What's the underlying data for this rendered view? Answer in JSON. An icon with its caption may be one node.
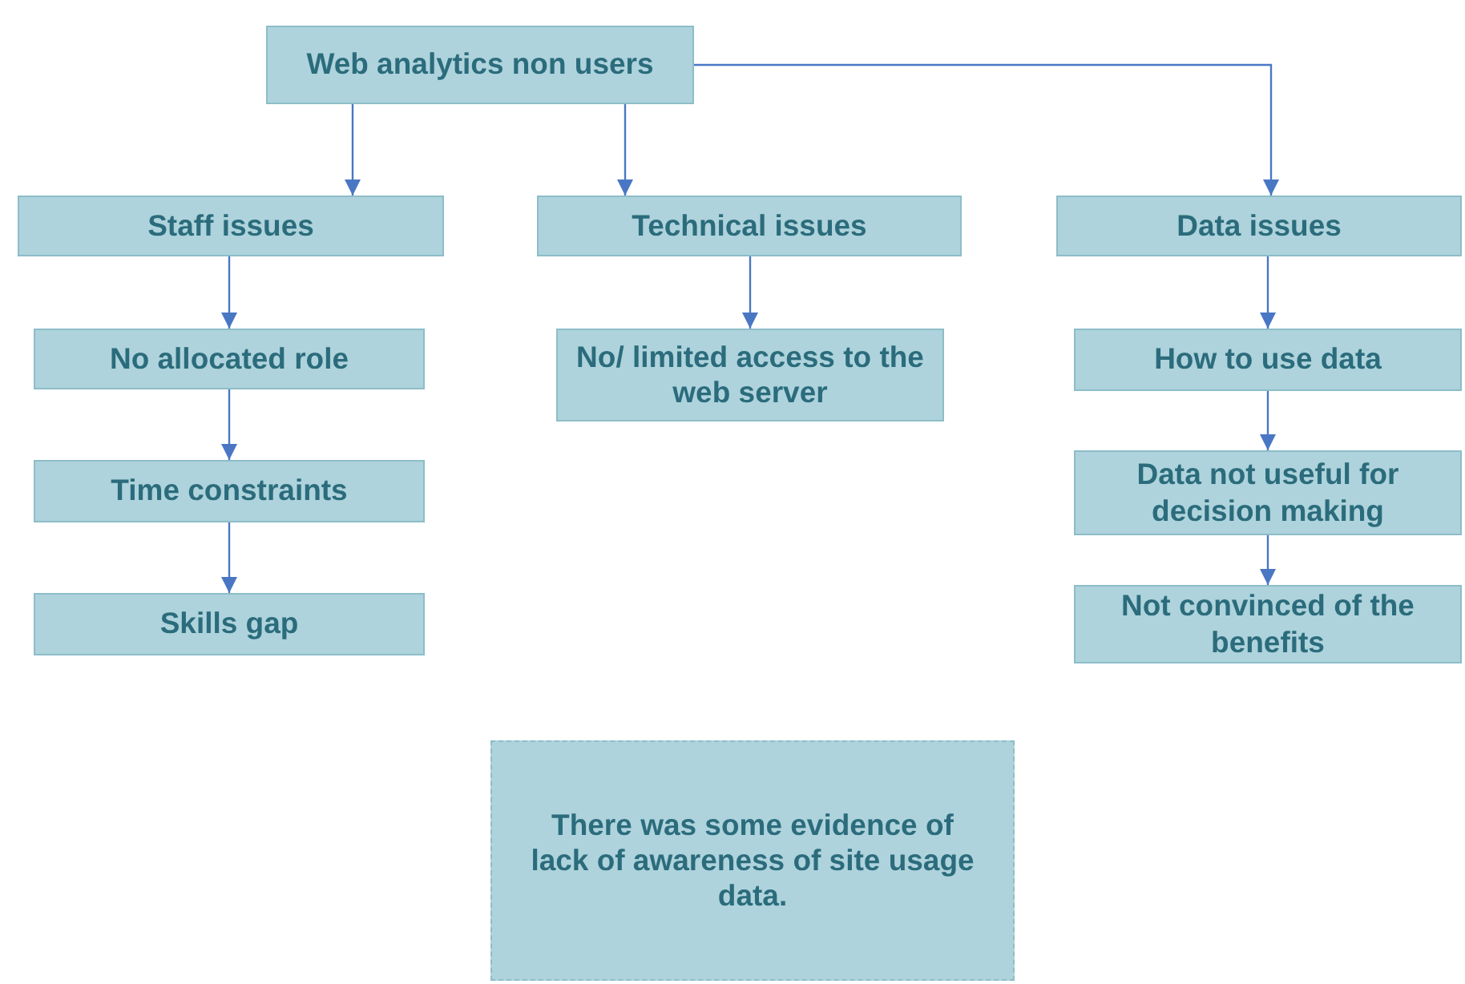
{
  "diagram": {
    "nodes": [
      {
        "text": [
          "Web analytics non users"
        ]
      },
      {
        "text": [
          "Staff issues"
        ]
      },
      {
        "text": [
          "Technical issues"
        ]
      },
      {
        "text": [
          "Data issues"
        ]
      },
      {
        "text": [
          "No allocated role"
        ]
      },
      {
        "text": [
          "No/ limited access to the web server"
        ]
      },
      {
        "text": [
          "How to use data"
        ]
      },
      {
        "text": [
          "Time constraints"
        ]
      },
      {
        "text": [
          "Data not useful for decision making"
        ]
      },
      {
        "text": [
          "Skills gap"
        ]
      },
      {
        "text": [
          "Not convinced of the benefits"
        ]
      },
      {
        "text": [
          "There was some evidence of lack of awareness of site usage data."
        ]
      }
    ],
    "edges": [
      {
        "from": 0,
        "to": 1,
        "arrow": "to"
      },
      {
        "from": 0,
        "to": 2,
        "arrow": "to"
      },
      {
        "from": 0,
        "to": 3,
        "arrow": "to"
      },
      {
        "from": 1,
        "to": 4,
        "arrow": "to"
      },
      {
        "from": 4,
        "to": 7,
        "arrow": "to"
      },
      {
        "from": 7,
        "to": 9,
        "arrow": "to"
      },
      {
        "from": 2,
        "to": 5,
        "arrow": "to"
      },
      {
        "from": 3,
        "to": 6,
        "arrow": "to"
      },
      {
        "from": 6,
        "to": 8,
        "arrow": "to"
      },
      {
        "from": 8,
        "to": 10,
        "arrow": "to"
      }
    ]
  }
}
